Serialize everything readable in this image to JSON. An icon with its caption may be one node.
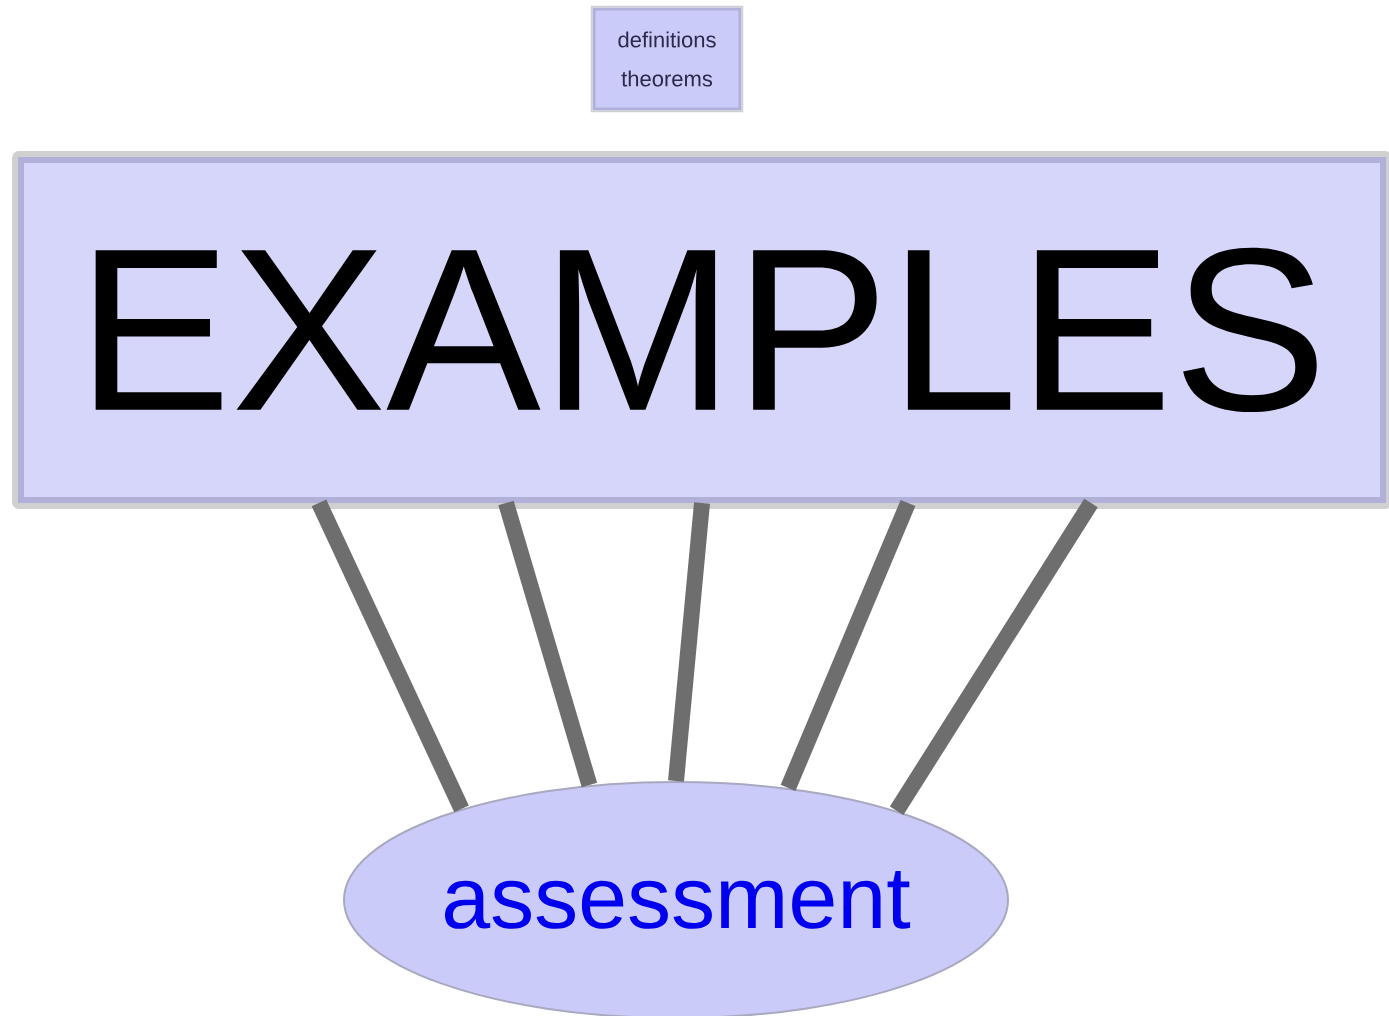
{
  "diagram": {
    "nodes": [
      {
        "text": [
          "definitions theorems"
        ]
      },
      {
        "text": [
          "EXAMPLES"
        ]
      },
      {
        "text": [
          "assessment"
        ]
      }
    ],
    "edges": [
      {
        "from": 1,
        "to": 2,
        "arrow": "none"
      },
      {
        "from": 1,
        "to": 2,
        "arrow": "none"
      },
      {
        "from": 1,
        "to": 2,
        "arrow": "none"
      },
      {
        "from": 1,
        "to": 2,
        "arrow": "none"
      },
      {
        "from": 1,
        "to": 2,
        "arrow": "none"
      }
    ]
  }
}
